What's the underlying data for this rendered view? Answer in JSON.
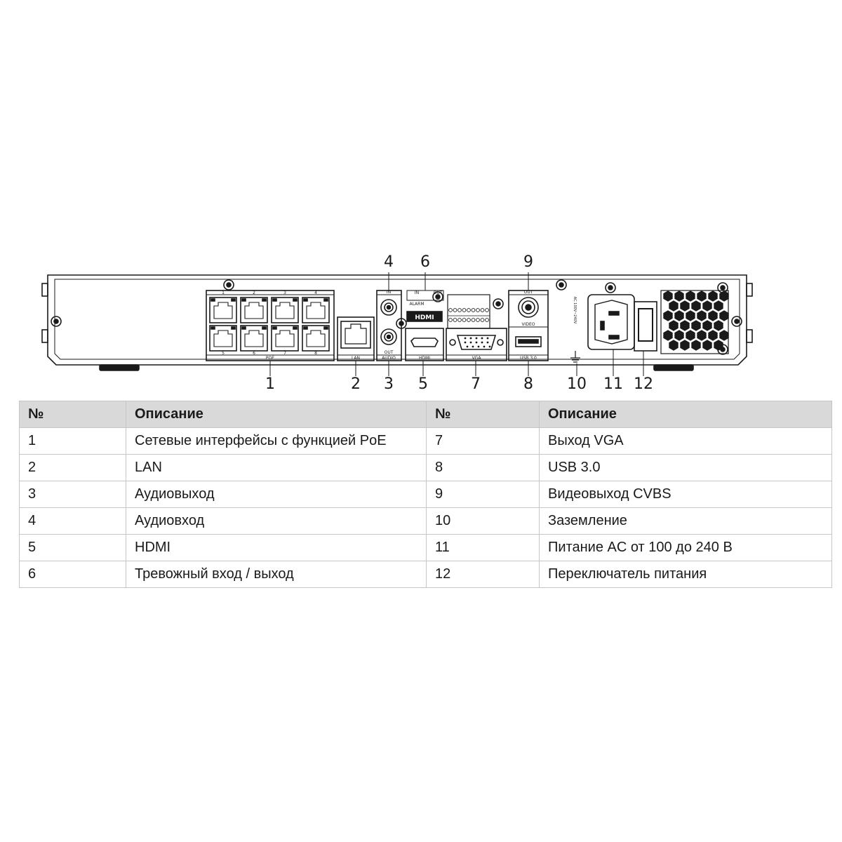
{
  "device": {
    "port_labels": {
      "poe": "POE",
      "lan": "LAN",
      "audio_in": "IN",
      "audio_out": "OUT",
      "audio": "AUDIO",
      "alarm_in": "IN",
      "alarm_out": "OUT",
      "alarm": "ALARM",
      "hdmi_logo": "HDMI",
      "hdmi": "HDMI",
      "vga": "VGA",
      "video_out": "OUT",
      "video": "VIDEO",
      "usb": "USB 3.0",
      "power_rating": "AC 100V~240V",
      "poe_top_numbers": [
        "1",
        "2",
        "3",
        "4"
      ],
      "poe_bottom_numbers": [
        "5",
        "6",
        "7",
        "8"
      ]
    },
    "callouts": [
      "1",
      "2",
      "3",
      "4",
      "5",
      "6",
      "7",
      "8",
      "9",
      "10",
      "11",
      "12"
    ]
  },
  "table": {
    "headers": [
      "№",
      "Описание",
      "№",
      "Описание"
    ],
    "rows": [
      [
        "1",
        "Сетевые интерфейсы с функцией PoE",
        "7",
        "Выход VGA"
      ],
      [
        "2",
        "LAN",
        "8",
        "USB 3.0"
      ],
      [
        "3",
        "Аудиовыход",
        "9",
        "Видеовыход CVBS"
      ],
      [
        "4",
        "Аудиовход",
        "10",
        "Заземление"
      ],
      [
        "5",
        "HDMI",
        "11",
        "Питание AC от 100 до 240 В"
      ],
      [
        "6",
        "Тревожный вход / выход",
        "12",
        "Переключатель питания"
      ]
    ]
  }
}
